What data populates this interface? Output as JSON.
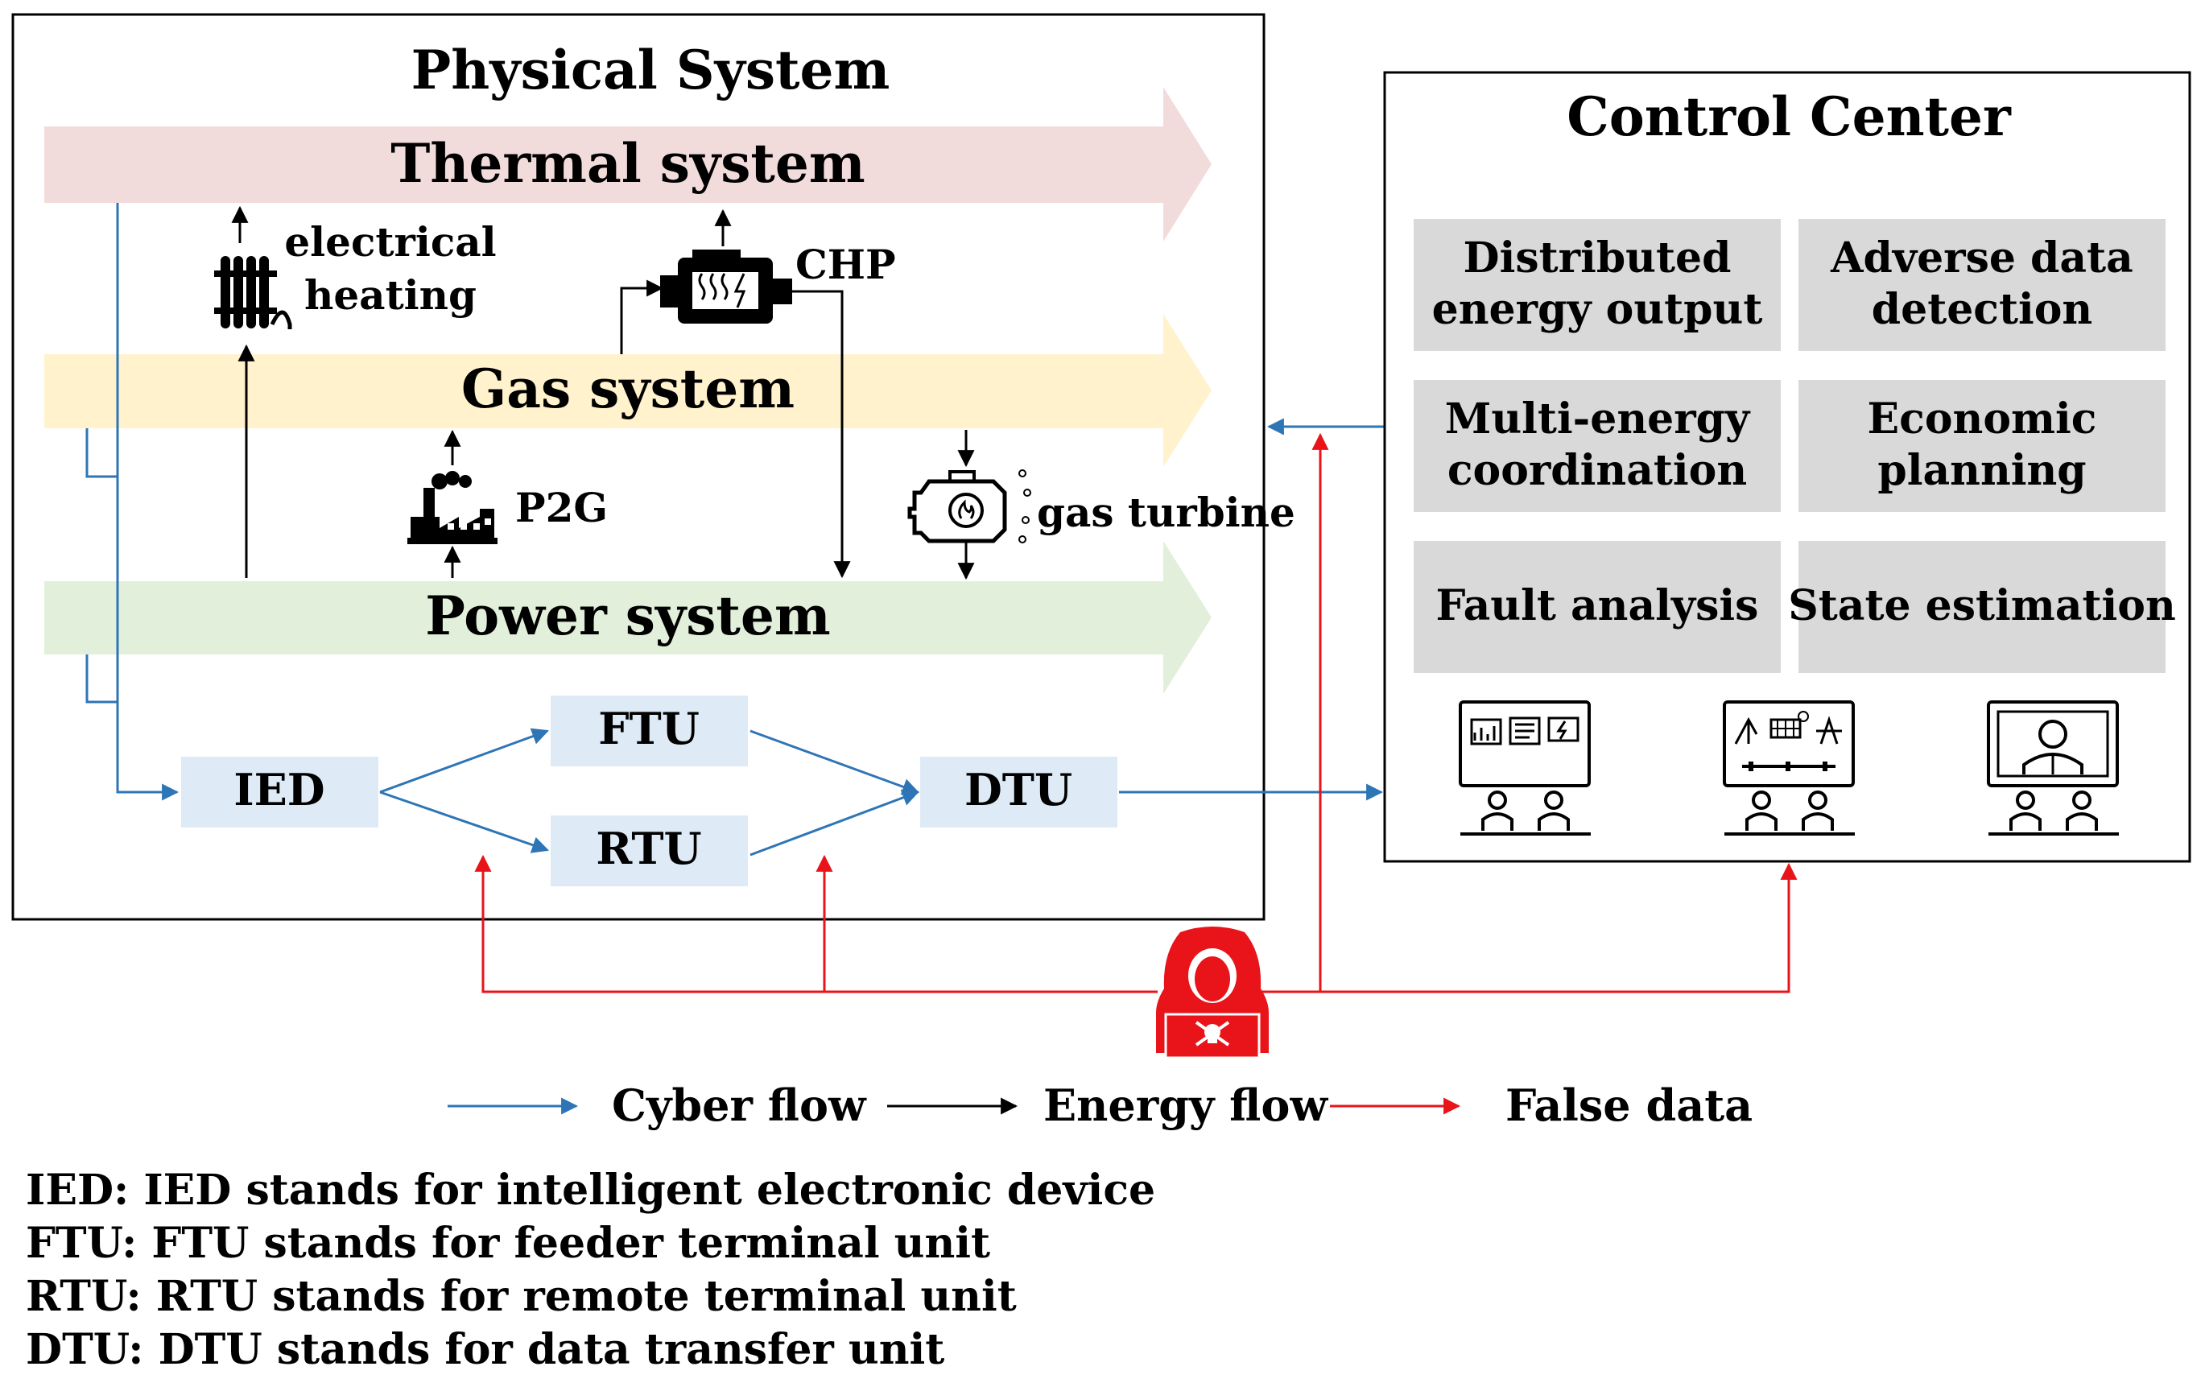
{
  "physical": {
    "title": "Physical System",
    "thermal": "Thermal system",
    "gas": "Gas system",
    "power": "Power system",
    "electrical_heating": [
      "electrical",
      "heating"
    ],
    "chp": "CHP",
    "p2g": "P2G",
    "gas_turbine": "gas turbine",
    "devices": {
      "ied": "IED",
      "ftu": "FTU",
      "rtu": "RTU",
      "dtu": "DTU"
    }
  },
  "control": {
    "title": "Control Center",
    "functions": [
      [
        "Distributed",
        "energy output"
      ],
      [
        "Adverse data",
        "detection"
      ],
      [
        "Multi-energy",
        "coordination"
      ],
      [
        "Economic",
        "planning"
      ],
      [
        "Fault analysis"
      ],
      [
        "State estimation"
      ]
    ]
  },
  "legend": {
    "cyber": "Cyber flow",
    "energy": "Energy flow",
    "false_data": "False data"
  },
  "notes": [
    "IED: IED stands for intelligent electronic device",
    "FTU: FTU stands for feeder terminal unit",
    "RTU: RTU stands for remote terminal unit",
    "DTU: DTU stands for data transfer unit"
  ],
  "colors": {
    "cyber": "#2e75b6",
    "energy": "#000000",
    "false_data": "#e8141a",
    "thermal_band": "#f2dcdb",
    "gas_band": "#fff2cc",
    "power_band": "#e2efda",
    "device_box": "#deebf7",
    "function_box": "#d9d9d9"
  },
  "icons": [
    "radiator-icon",
    "engine-icon",
    "factory-icon",
    "gas-turbine-icon",
    "monitor-dashboard-icon",
    "monitor-energy-icon",
    "monitor-person-icon",
    "operator-icon",
    "hacker-icon"
  ]
}
